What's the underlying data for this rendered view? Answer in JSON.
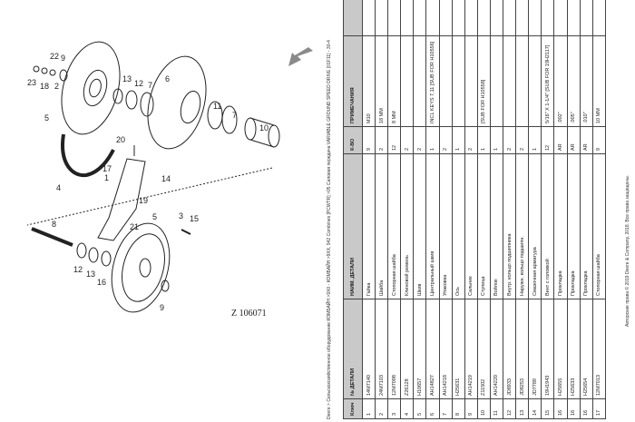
{
  "page_header": "Deere > Сельскохозяйственное оборудование КОМБАЙН >9X0 - КОМБАЙН >9XX, 942 Combines [PCWTR] >05 Силовая передача VARIABLE GROUND SPEED DRIVE [01F11] - 30-4",
  "footer": "Авторские права © 2019 Deere & Company, 2018. Все права защищены.",
  "diagram": {
    "id_label": "Z 106071",
    "arrow_color": "#8a8a8a",
    "callouts": [
      "22",
      "9",
      "23",
      "18",
      "2",
      "5",
      "13",
      "12",
      "7",
      "6",
      "11",
      "7",
      "10",
      "20",
      "17",
      "1",
      "4",
      "14",
      "19",
      "8",
      "21",
      "5",
      "3",
      "15",
      "12",
      "13",
      "16",
      "9"
    ]
  },
  "table": {
    "headers": [
      "Ключ",
      "№ ДЕТАЛИ",
      "НАИМ. ДЕТАЛИ",
      "К-ВО",
      "ПРИМЕЧАНИЯ",
      ""
    ],
    "header_bg": "#c9c9c9",
    "rows": [
      [
        "1",
        "14M7140",
        "Гайка",
        "9",
        "M10",
        ""
      ],
      [
        "2",
        "24M7103",
        "Шайба",
        "2",
        "18 MM",
        ""
      ],
      [
        "3",
        "12M7098",
        "Стопорная шайба",
        "12",
        "8 MM",
        ""
      ],
      [
        "4",
        "Z26128",
        "Клиновой ремень",
        "2",
        "",
        ""
      ],
      [
        "5",
        "H10657",
        "Шкив",
        "2",
        "",
        ""
      ],
      [
        "6",
        "AH14827",
        "Центральный шкив",
        "1",
        "INCL KEYS 7,11 [SUB FOR H10556]",
        ""
      ],
      [
        "7",
        "AH14218",
        "Упаковка",
        "2",
        "",
        ""
      ],
      [
        "8",
        "H25631",
        "Ось",
        "1",
        "",
        ""
      ],
      [
        "9",
        "AH14219",
        "Сальник",
        "2",
        "",
        ""
      ],
      [
        "10",
        "Z11502",
        "Ступица",
        "1",
        "[SUB FOR H10558]",
        ""
      ],
      [
        "11",
        "AH14220",
        "Войлок",
        "1",
        "",
        ""
      ],
      [
        "12",
        "JD8933",
        "Внутр. кольцо подшипника",
        "2",
        "",
        ""
      ],
      [
        "13",
        "JD8253",
        "Наружн. кольцо подшипн.",
        "2",
        "",
        ""
      ],
      [
        "14",
        "JD7789",
        "Смазочная арматура",
        "1",
        "",
        ""
      ],
      [
        "15",
        "19H1943",
        "Винт с головкой",
        "12",
        "5/16\" X 1-1/4\" [SUB FOR 19H2117]",
        ""
      ],
      [
        "16",
        "H25655",
        "Прокладка",
        "AR",
        ".002\"",
        ""
      ],
      [
        "16",
        "H25633",
        "Прокладка",
        "AR",
        ".005\"",
        ""
      ],
      [
        "16",
        "H25654",
        "Прокладка",
        "AR",
        ".010\"",
        ""
      ],
      [
        "17",
        "12M7013",
        "Стопорная шайба",
        "9",
        "10 MM",
        ""
      ]
    ]
  }
}
